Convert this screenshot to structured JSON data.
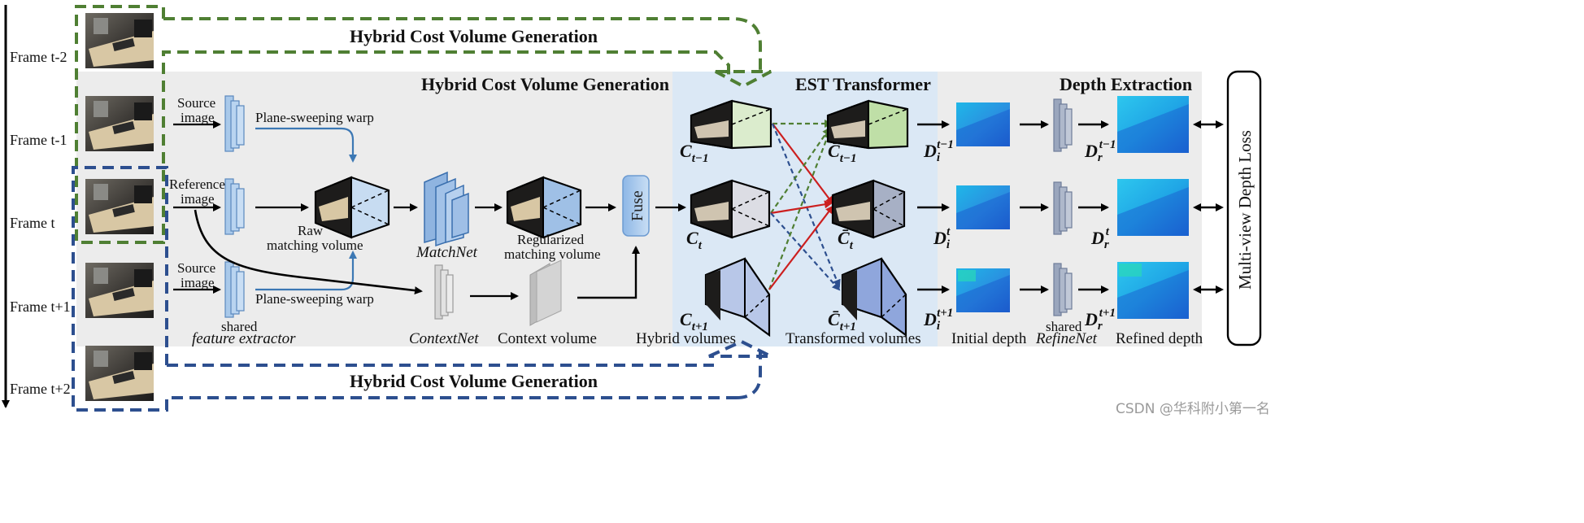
{
  "frames": [
    "Frame t-2",
    "Frame t-1",
    "Frame t",
    "Frame t+1",
    "Frame t+2"
  ],
  "sections": {
    "hybrid_top": "Hybrid Cost Volume Generation",
    "hybrid_main": "Hybrid Cost Volume Generation",
    "est": "EST Transformer",
    "depth_extraction": "Depth Extraction",
    "hybrid_bottom": "Hybrid Cost Volume Generation"
  },
  "pipeline": {
    "source_image": [
      "Source",
      "image"
    ],
    "reference_image": [
      "Reference",
      "image"
    ],
    "source_image_2": [
      "Source",
      "image"
    ],
    "warp_top": "Plane-sweeping warp",
    "warp_bottom": "Plane-sweeping warp",
    "raw_volume": [
      "Raw",
      "matching volume"
    ],
    "matchnet": "MatchNet",
    "regularized_volume": [
      "Regularized",
      "matching volume"
    ],
    "fuse": "Fuse",
    "shared": "shared",
    "feature_extractor": "feature extractor",
    "contextnet": "ContextNet",
    "context_volume": "Context volume",
    "hybrid_volumes": "Hybrid volumes",
    "transformed_volumes": "Transformed volumes",
    "initial_depth": "Initial depth",
    "refinenet_shared": "shared",
    "refinenet": "RefineNet",
    "refined_depth": "Refined depth",
    "loss": "Multi-view Depth Loss"
  },
  "symbols": {
    "c_prev": "C",
    "c_prev_sub": "t−1",
    "c_cur": "C",
    "c_cur_sub": "t",
    "c_next": "C",
    "c_next_sub": "t+1",
    "cbar_prev": "C̄",
    "cbar_prev_sub": "t−1",
    "cbar_cur": "C̄",
    "cbar_cur_sub": "t",
    "cbar_next": "C̄",
    "cbar_next_sub": "t+1",
    "di_prev": "D",
    "di_prev_sub": "i",
    "di_prev_sup": "t−1",
    "di_cur": "D",
    "di_cur_sub": "i",
    "di_cur_sup": "t",
    "di_next": "D",
    "di_next_sub": "i",
    "di_next_sup": "t+1",
    "dr_prev": "D",
    "dr_prev_sub": "r",
    "dr_prev_sup": "t−1",
    "dr_cur": "D",
    "dr_cur_sub": "r",
    "dr_cur_sup": "t",
    "dr_next": "D",
    "dr_next_sub": "r",
    "dr_next_sup": "t+1"
  },
  "watermark": "CSDN @华科附小第一名",
  "colors": {
    "green_dash": "#4f7f33",
    "blue_dash": "#2d4f8f",
    "panel_gray": "#ececec",
    "panel_blue": "#dbe8f5",
    "red_arrow": "#cc1f1f"
  }
}
